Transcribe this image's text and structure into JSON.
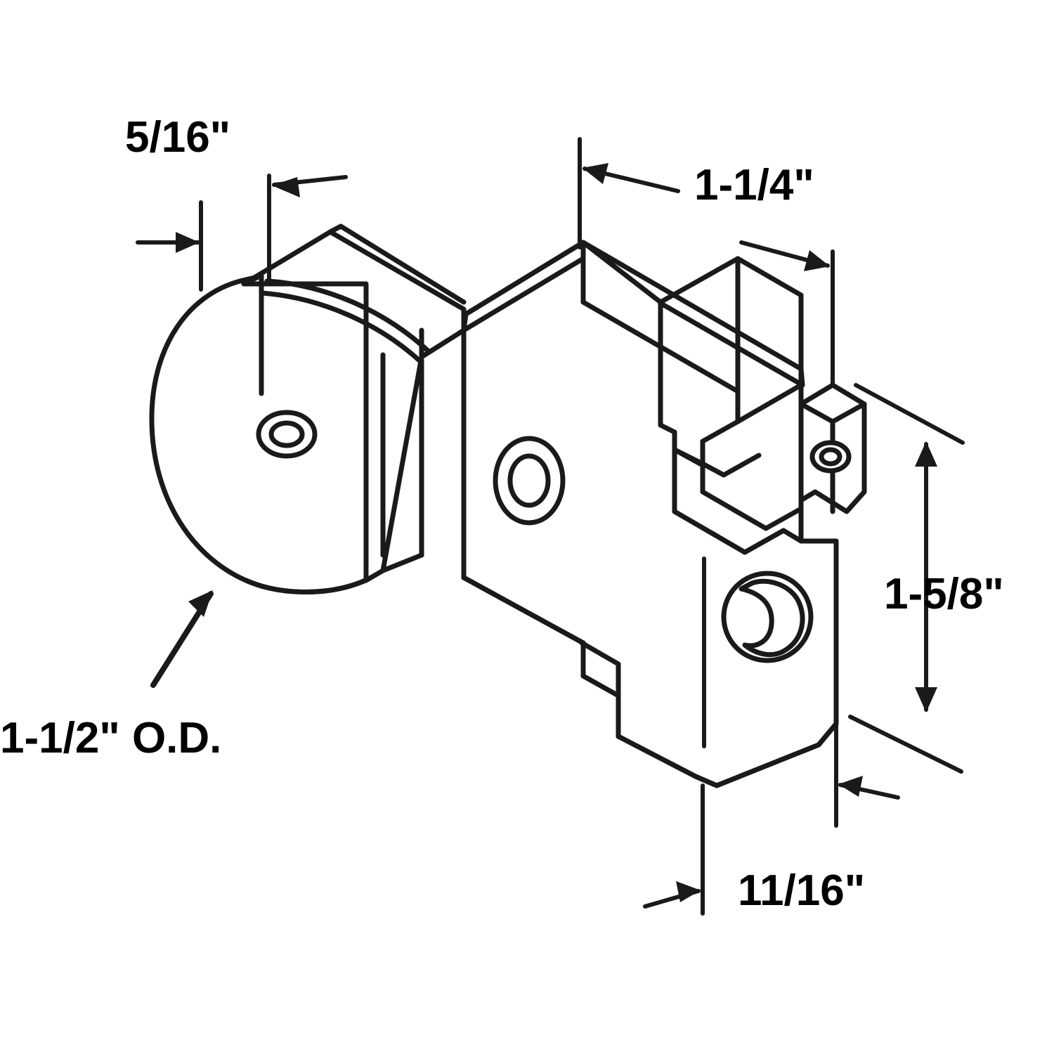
{
  "diagram": {
    "title": "Sliding door roller assembly dimensioned drawing",
    "line_color": "#1a1a1a",
    "fill_color": "#ffffff",
    "labels": {
      "wheel_thickness": "5/16\"",
      "body_width": "1-1/4\"",
      "body_height": "1-5/8\"",
      "wheel_diameter": "1-1/2\" O.D.",
      "bracket_depth": "11/16\""
    },
    "icons": {
      "leader_arrow": "arrow-icon",
      "dimension_arrow": "dimension-arrow-icon"
    }
  }
}
